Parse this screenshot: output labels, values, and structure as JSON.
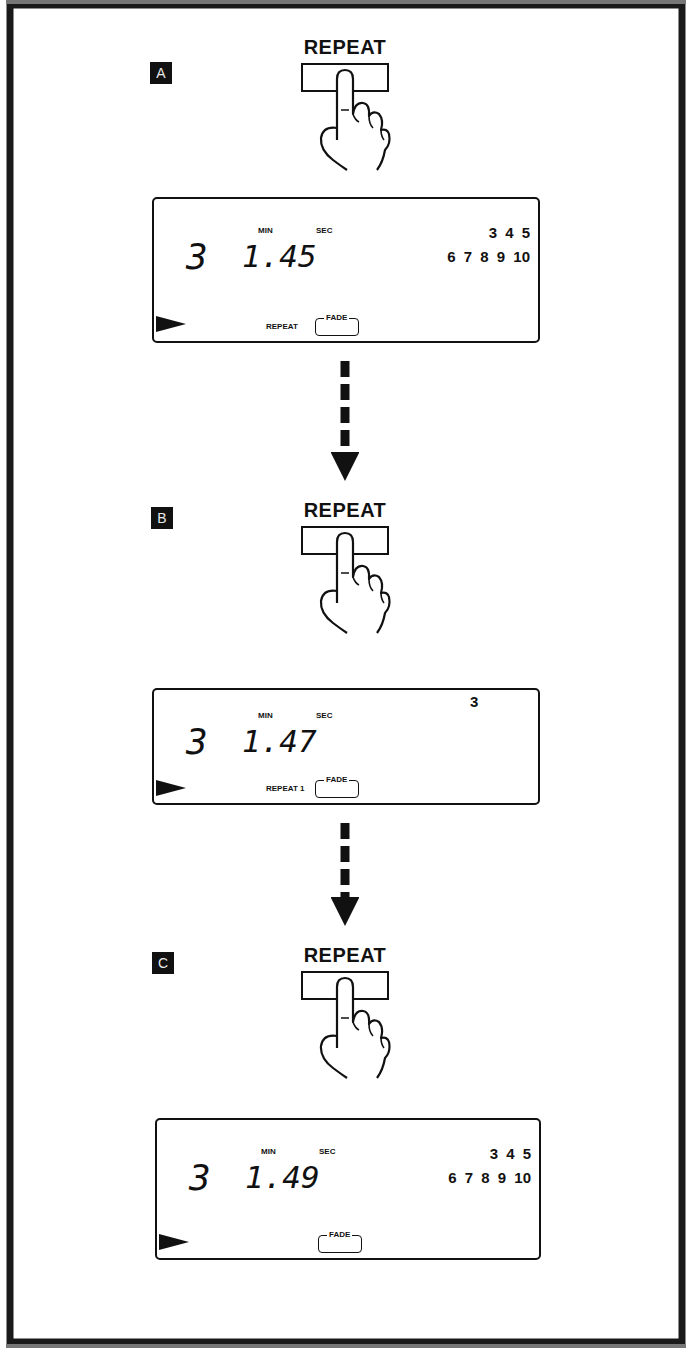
{
  "diagram": {
    "nodes": [
      {
        "text": [
          "A"
        ]
      },
      {
        "text": [
          "REPEAT"
        ]
      },
      {
        "text": [
          "3",
          "MIN",
          "SEC",
          "1.45",
          "3 4 5",
          "6 7 8 9 10",
          "REPEAT",
          "FADE"
        ]
      },
      {
        "text": [
          "B"
        ]
      },
      {
        "text": [
          "REPEAT"
        ]
      },
      {
        "text": [
          "3",
          "MIN",
          "SEC",
          "1.47",
          "3",
          "REPEAT 1",
          "FADE"
        ]
      },
      {
        "text": [
          "C"
        ]
      },
      {
        "text": [
          "REPEAT"
        ]
      },
      {
        "text": [
          "3",
          "MIN",
          "SEC",
          "1.49",
          "3 4 5",
          "6 7 8 9 10",
          "FADE"
        ]
      }
    ],
    "edges": [
      {
        "from": 2,
        "to": 4,
        "arrow": "to"
      },
      {
        "from": 5,
        "to": 7,
        "arrow": "to"
      }
    ]
  }
}
